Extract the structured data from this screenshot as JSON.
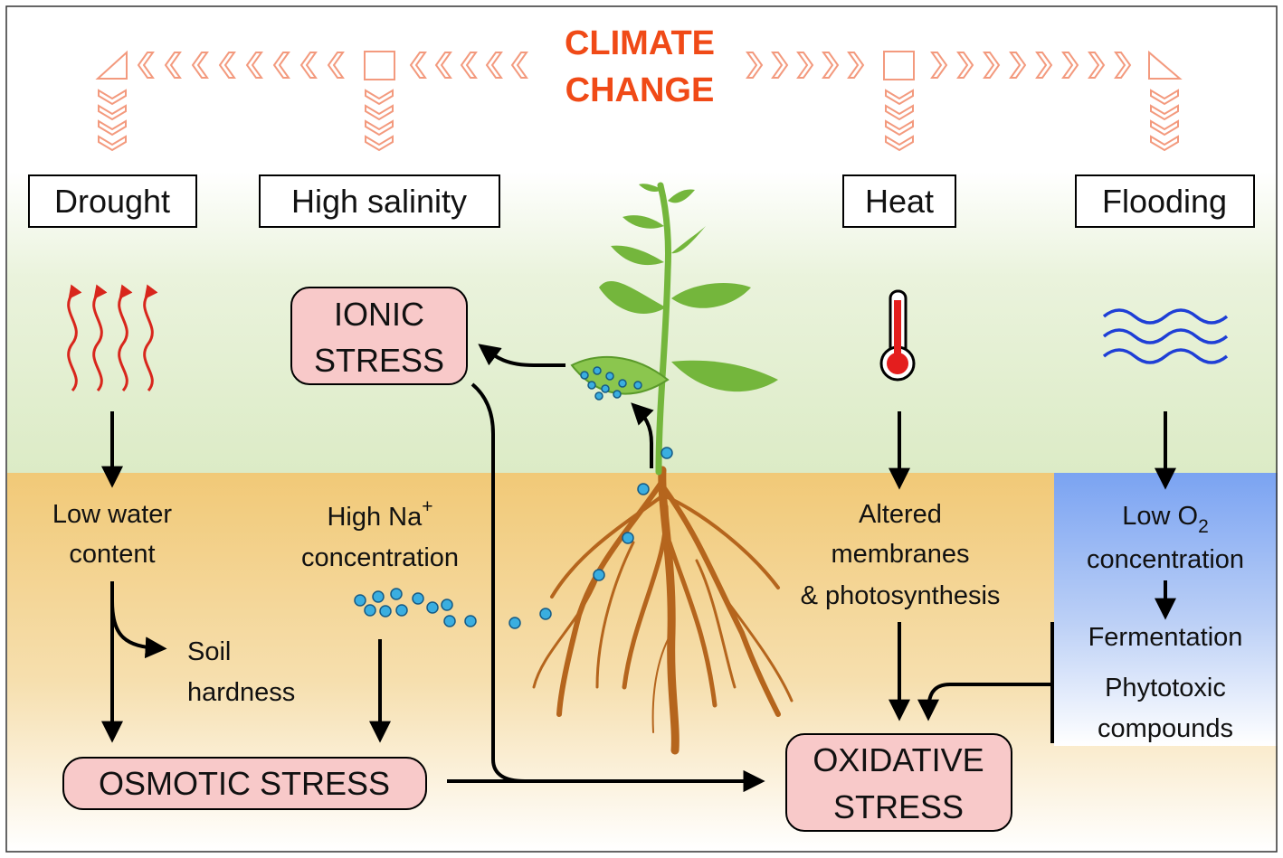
{
  "title": {
    "line1": "CLIMATE",
    "line2": "CHANGE"
  },
  "stressors": {
    "drought": "Drought",
    "salinity": "High salinity",
    "heat": "Heat",
    "flooding": "Flooding"
  },
  "effects": {
    "drought_line1": "Low water",
    "drought_line2": "content",
    "soil_line1": "Soil",
    "soil_line2": "hardness",
    "sodium_prefix": "High Na",
    "sodium_sup": "+",
    "sodium_line2": "concentration",
    "heat_line1": "Altered",
    "heat_line2": "membranes",
    "heat_line3": "& photosynthesis",
    "oxygen_prefix": "Low O",
    "oxygen_sub": "2",
    "oxygen_line2": "concentration",
    "fermentation": "Fermentation",
    "phyto_line1": "Phytotoxic",
    "phyto_line2": "compounds"
  },
  "stresses": {
    "ionic_line1": "IONIC",
    "ionic_line2": "STRESS",
    "osmotic": "OSMOTIC STRESS",
    "oxidative_line1": "OXIDATIVE",
    "oxidative_line2": "STRESS"
  },
  "icons": [
    "heat-wave-icon",
    "thermometer-icon",
    "water-waves-icon",
    "plant-icon",
    "sodium-ion-dot-icon"
  ],
  "colors": {
    "accent": "#f04a17",
    "chevron": "#f39a7e",
    "stress_box": "#f8c9c9",
    "soil": "#f2cd80",
    "sky": "#dcebc8",
    "water": "#7ea6f3",
    "ion": "#3aaee0",
    "root": "#b5651d",
    "leaf": "#74b63c"
  }
}
